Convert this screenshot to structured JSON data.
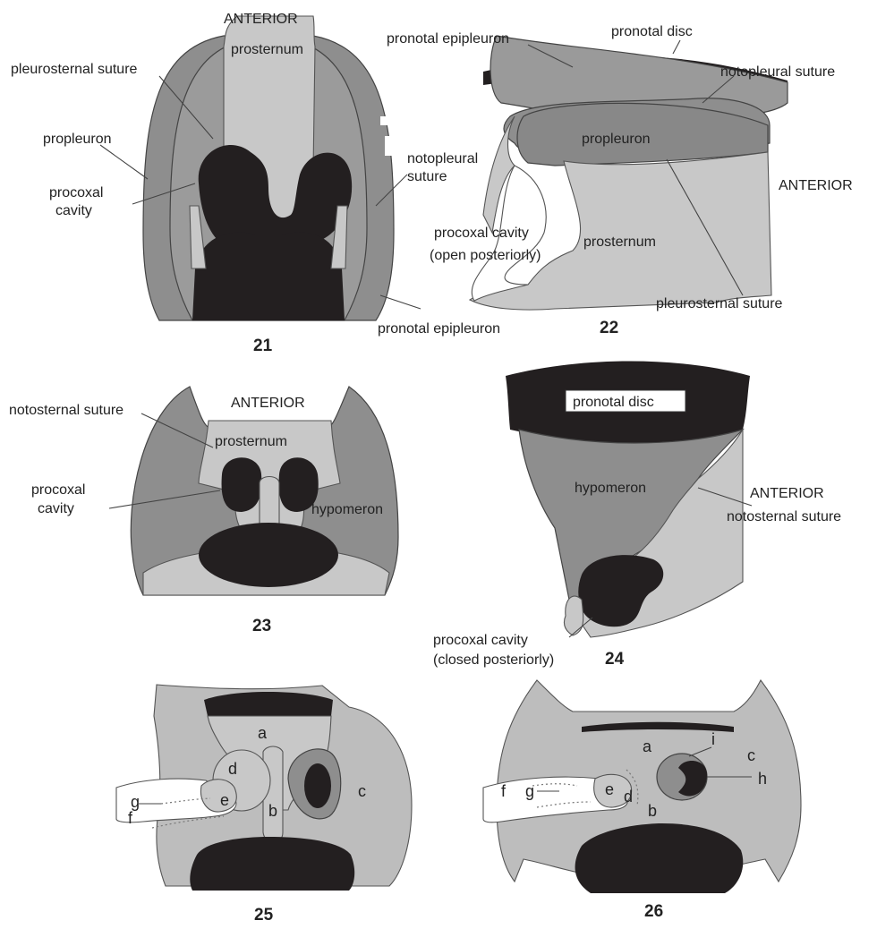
{
  "fig21": {
    "number": "21",
    "labels": {
      "anterior": "ANTERIOR",
      "prosternum": "prosternum",
      "pleurosternal_suture": "pleurosternal suture",
      "propleuron": "propleuron",
      "notopleural_1": "notopleural",
      "notopleural_2": "suture",
      "procoxal_1": "procoxal",
      "procoxal_2": "cavity",
      "pronotal_epipleuron": "pronotal epipleuron"
    }
  },
  "fig22": {
    "number": "22",
    "labels": {
      "pronotal_epipleuron": "pronotal epipleuron",
      "pronotal_disc": "pronotal disc",
      "notopleural_suture": "notopleural suture",
      "propleuron": "propleuron",
      "anterior": "ANTERIOR",
      "procoxal_1": "procoxal cavity",
      "procoxal_2": "(open posteriorly)",
      "prosternum": "prosternum",
      "pleurosternal_suture": "pleurosternal suture"
    }
  },
  "fig23": {
    "number": "23",
    "labels": {
      "anterior": "ANTERIOR",
      "notosternal_suture": "notosternal suture",
      "prosternum": "prosternum",
      "procoxal_1": "procoxal",
      "procoxal_2": "cavity",
      "hypomeron": "hypomeron"
    }
  },
  "fig24": {
    "number": "24",
    "labels": {
      "pronotal_disc": "pronotal disc",
      "hypomeron": "hypomeron",
      "anterior": "ANTERIOR",
      "notosternal_suture": "notosternal suture",
      "procoxal_1": "procoxal cavity",
      "procoxal_2": "(closed posteriorly)"
    }
  },
  "fig25": {
    "number": "25",
    "letters": {
      "a": "a",
      "b": "b",
      "c": "c",
      "d": "d",
      "e": "e",
      "f": "f",
      "g": "g"
    }
  },
  "fig26": {
    "number": "26",
    "letters": {
      "a": "a",
      "b": "b",
      "c": "c",
      "d": "d",
      "e": "e",
      "f": "f",
      "g": "g",
      "h": "h",
      "i": "i"
    }
  }
}
